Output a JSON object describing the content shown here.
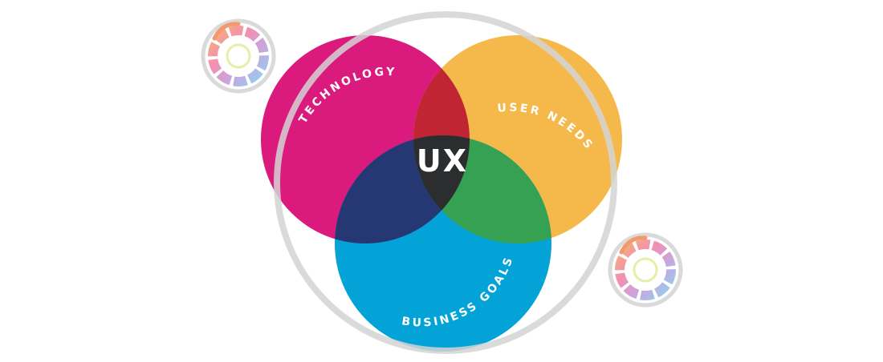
{
  "diagram": {
    "center_label": "UX",
    "circles": [
      {
        "id": "technology",
        "label": "TECHNOLOGY",
        "color": "#DB1A7D"
      },
      {
        "id": "user-needs",
        "label": "USER NEEDS",
        "color": "#F5B84A"
      },
      {
        "id": "business-goals",
        "label": "BUSINESS GOALS",
        "color": "#03A3D8"
      }
    ],
    "overlap_colors": {
      "technology_user_needs": "#C12432",
      "technology_business_goals": "#263874",
      "user_needs_business_goals": "#36A153",
      "all_three": "#2B2D2F"
    },
    "ring_color": "#D3D3D3"
  }
}
